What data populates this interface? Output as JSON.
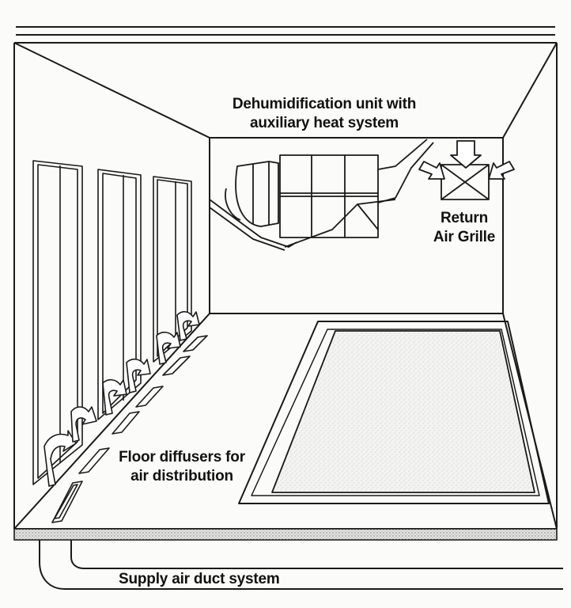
{
  "labels": {
    "dehumidifier_line1": "Dehumidification unit with",
    "dehumidifier_line2": "auxiliary heat system",
    "return_line1": "Return",
    "return_line2": "Air Grille",
    "floor_line1": "Floor diffusers for",
    "floor_line2": "air distribution",
    "supply": "Supply air duct system"
  },
  "colors": {
    "line": "#1a1a1a",
    "paper": "#fbfbf9",
    "pool_speckle": "#9a9a9a"
  }
}
